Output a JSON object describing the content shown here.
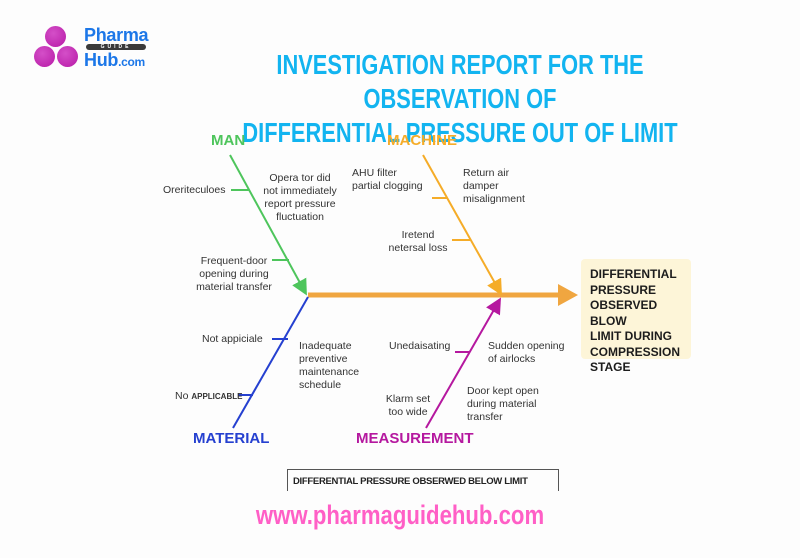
{
  "logo": {
    "line1": "Pharma",
    "band": "GUIDE",
    "line2": "Hub",
    "suffix": ".com",
    "dot_color": "#c026b0",
    "text_color": "#1c77e8"
  },
  "title": {
    "line1": "INVESTIGATION REPORT FOR THE OBSERVATION OF",
    "line2": "DIFFERENTIAL PRESSURE OUT OF LIMIT",
    "color": "#12b4f0"
  },
  "diagram": {
    "type": "fishbone",
    "spine_color": "#f0a640",
    "effect": "DIFFERENTIAL PRESSURE OBSERVED BLOW LIMIT DURING COMPRESSION STAGE",
    "effect_lines": [
      "DIFFERENTIAL",
      "PRESSURE",
      "OBSERVED BLOW",
      "LIMIT DURING",
      "COMPRESSION",
      "STAGE"
    ],
    "categories": {
      "man": {
        "label": "MAN",
        "color": "#4ec55c",
        "causes": [
          "Oreriteculoes",
          "Opera tor did not immediately report pressure fluctuation",
          "Frequent-door opening during material transfer"
        ],
        "cause_lines": {
          "c0": [
            "Oreriteculoes"
          ],
          "c1": [
            "Opera tor did",
            "not immediately",
            "report pressure",
            "fluctuation"
          ],
          "c2": [
            "Frequent-door",
            "opening during",
            "material transfer"
          ]
        }
      },
      "machine": {
        "label": "MACHINE",
        "color": "#f5ac28",
        "causes": [
          "AHU filter partial clogging",
          "Return air damper misalignment",
          "Iretend netersal loss"
        ],
        "cause_lines": {
          "c0": [
            "AHU filter",
            "partial clogging"
          ],
          "c1": [
            "Return air",
            "damper",
            "misalignment"
          ],
          "c2": [
            "Iretend",
            "netersal loss"
          ]
        }
      },
      "material": {
        "label": "MATERIAL",
        "color": "#2540d0",
        "causes": [
          "Not appiciale",
          "Inadequate preventive maintenance schedule",
          "No APPLICABLE"
        ],
        "cause_lines": {
          "c0": [
            "Not appiciale"
          ],
          "c1": [
            "Inadequate",
            "preventive",
            "maintenance",
            "schedule"
          ],
          "c2a": "No ",
          "c2b": "APPLICABLE"
        }
      },
      "measurement": {
        "label": "MEASUREMENT",
        "color": "#b5189f",
        "causes": [
          "Unedaisating",
          "Sudden opening of airlocks",
          "Klarm set too wide",
          "Door kept open during material transfer"
        ],
        "cause_lines": {
          "c0": [
            "Unedaisating"
          ],
          "c1": [
            "Sudden opening",
            "of airlocks"
          ],
          "c2": [
            "Klarm set",
            "too wide"
          ],
          "c3": [
            "Door kept open",
            "during material",
            "transfer"
          ]
        }
      }
    }
  },
  "caption": "DIFFERENTIAL PRESSURE OBSERWED BELOW LIMIT",
  "footer": {
    "url": "www.pharmaguidehub.com",
    "color": "#ff5fc6"
  }
}
